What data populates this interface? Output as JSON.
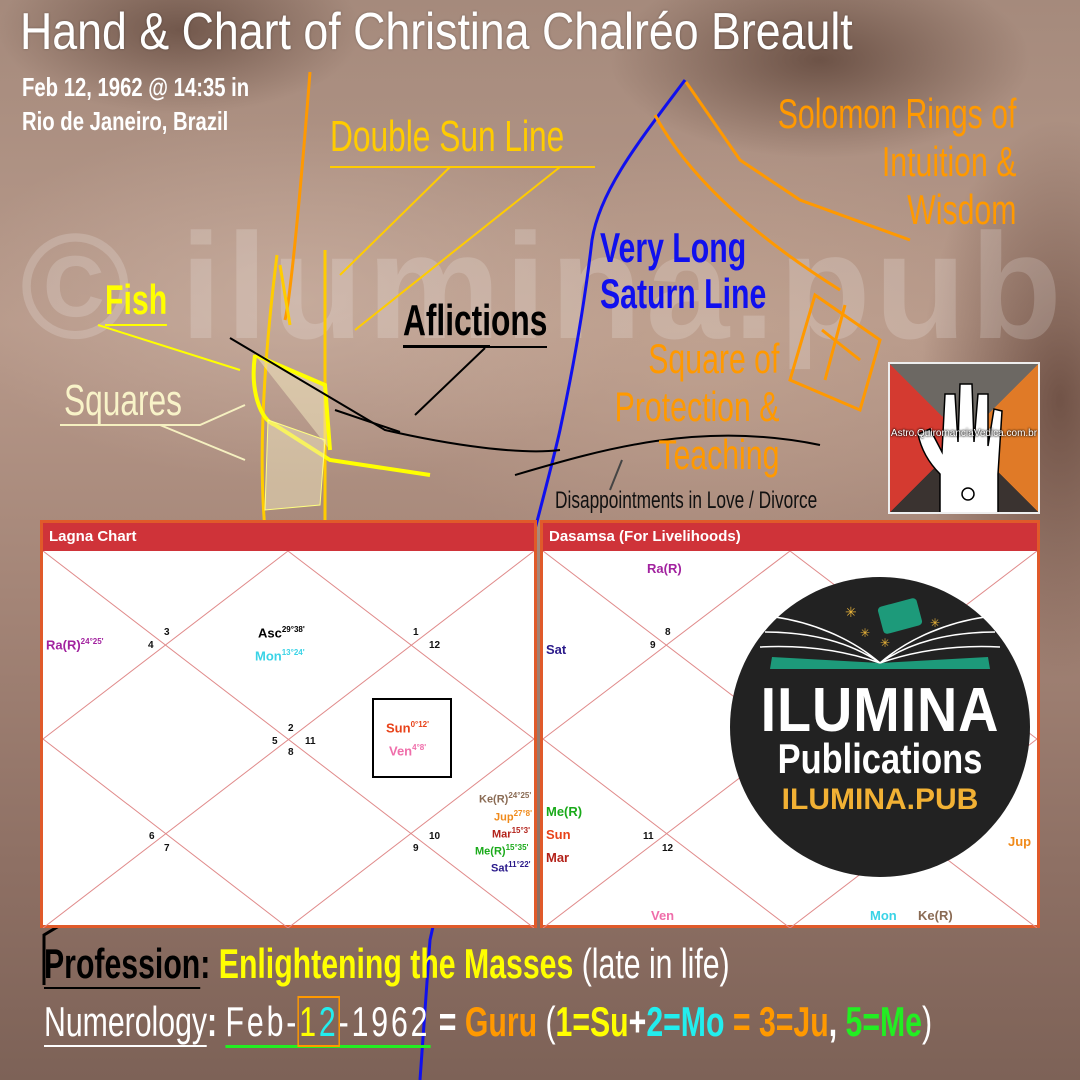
{
  "header": {
    "title": "Hand & Chart of Christina Chalréo Breault",
    "birth_line1": "Feb 12, 1962 @ 14:35 in",
    "birth_line2": "Rio de Janeiro, Brazil"
  },
  "watermark": "© ilumina.pub",
  "annotations": {
    "double_sun_line": "Double Sun Line",
    "solomon_line1": "Solomon Rings of",
    "solomon_line2": "Intuition &",
    "solomon_line3": "Wisdom",
    "saturn_line1": "Very Long",
    "saturn_line2": "Saturn Line",
    "fish": "Fish",
    "aflictions": "Aflictions",
    "squares": "Squares",
    "protection_line1": "Square of",
    "protection_line2": "Protection &",
    "protection_line3": "Teaching",
    "disappointments": "Disappointments in Love / Divorce"
  },
  "colors": {
    "orange": "#ff9900",
    "yellow": "#ffff00",
    "gold": "#ffcc00",
    "saturn_blue": "#1010ee",
    "chart_header": "#cf3339",
    "chart_border": "#e05a2a"
  },
  "lagna_chart": {
    "title": "Lagna Chart",
    "house_numbers": [
      "1",
      "2",
      "3",
      "4",
      "5",
      "6",
      "7",
      "8",
      "9",
      "10",
      "11",
      "12"
    ],
    "planets": {
      "asc": {
        "name": "Asc",
        "deg": "29°38'"
      },
      "mon": {
        "name": "Mon",
        "deg": "13°24'"
      },
      "ra": {
        "name": "Ra(R)",
        "deg": "24°25'"
      },
      "sun": {
        "name": "Sun",
        "deg": "0°12'"
      },
      "ven": {
        "name": "Ven",
        "deg": "4°8'"
      },
      "ke": {
        "name": "Ke(R)",
        "deg": "24°25'"
      },
      "jup": {
        "name": "Jup",
        "deg": "27°8'"
      },
      "mar": {
        "name": "Mar",
        "deg": "15°3'"
      },
      "me": {
        "name": "Me(R)",
        "deg": "15°35'"
      },
      "sat": {
        "name": "Sat",
        "deg": "11°22'"
      }
    }
  },
  "dasamsa_chart": {
    "title": "Dasamsa (For Livelihoods)",
    "house_numbers": {
      "h8": "8",
      "h9": "9",
      "h11": "11",
      "h12": "12"
    },
    "planets": {
      "ra": "Ra(R)",
      "sat": "Sat",
      "me": "Me(R)",
      "sun": "Sun",
      "mar": "Mar",
      "jup": "Jup",
      "ven": "Ven",
      "mon": "Mon",
      "ke": "Ke(R)"
    }
  },
  "logo": {
    "line1": "ILUMINA",
    "line2": "Publications",
    "line3": "ILUMINA.PUB"
  },
  "badge": {
    "site": "Astro.QuiromanciaVedica.com.br"
  },
  "profession": {
    "label": "Profession",
    "colon": ":",
    "value": "Enlightening the Masses",
    "note": "(late in life)"
  },
  "numerology": {
    "label": "Numerology",
    "colon": ":",
    "date_prefix": "Feb-",
    "day_1": "1",
    "day_2": "2",
    "date_suffix": "-1962",
    "equals": " = ",
    "guru": "Guru",
    "open": " (",
    "su": "1=Su",
    "plus": "+",
    "mo": "2=Mo",
    "eq2": " = ",
    "ju": "3=Ju",
    "comma": ", ",
    "me": "5=Me",
    "close": ")"
  }
}
